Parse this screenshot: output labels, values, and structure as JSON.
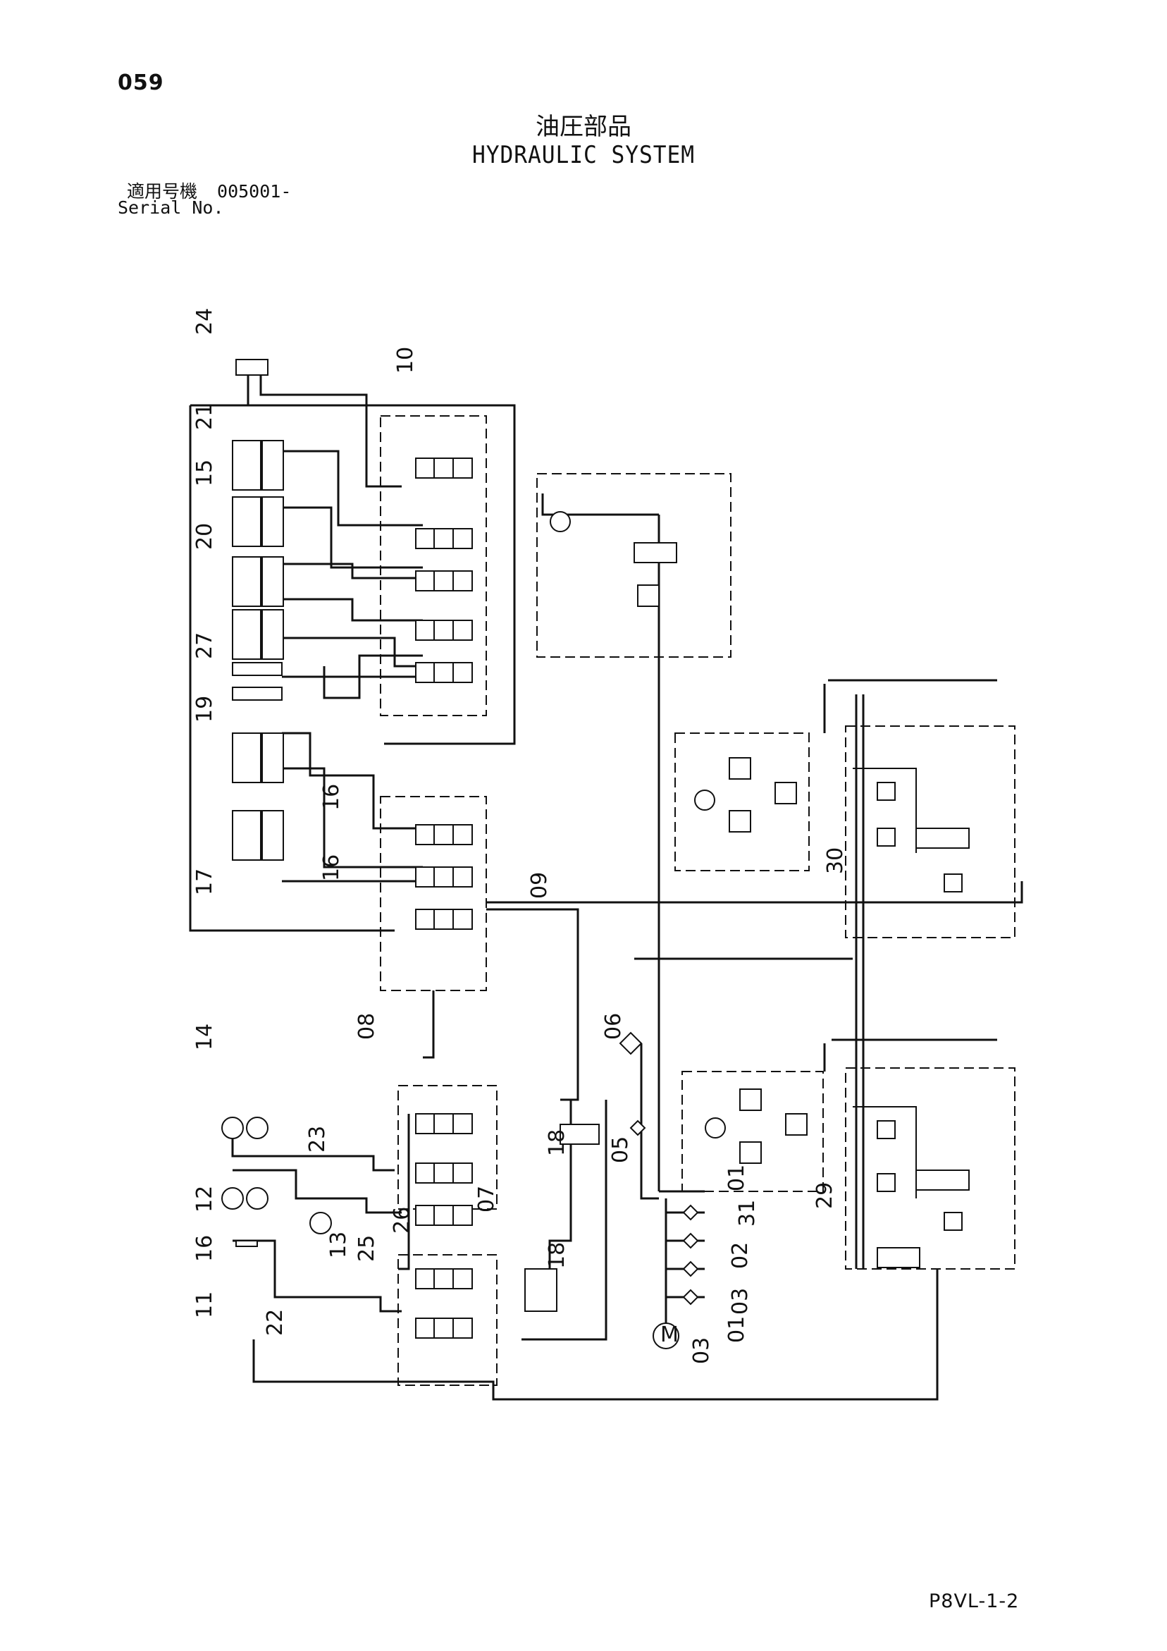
{
  "page_number": "059",
  "title_jp": "油圧部品",
  "title_en": "HYDRAULIC SYSTEM",
  "serial": {
    "label_jp": "適用号機",
    "value": "005001-",
    "label_en": "Serial No."
  },
  "footer_code": "P8VL-1-2",
  "callouts": [
    "24",
    "10",
    "21",
    "15",
    "20",
    "27",
    "19",
    "16",
    "17",
    "16",
    "09",
    "30",
    "06",
    "08",
    "14",
    "18",
    "05",
    "01",
    "23",
    "07",
    "31",
    "12",
    "26",
    "02",
    "16",
    "13",
    "25",
    "18",
    "03",
    "11",
    "22",
    "01",
    "03",
    "29"
  ]
}
